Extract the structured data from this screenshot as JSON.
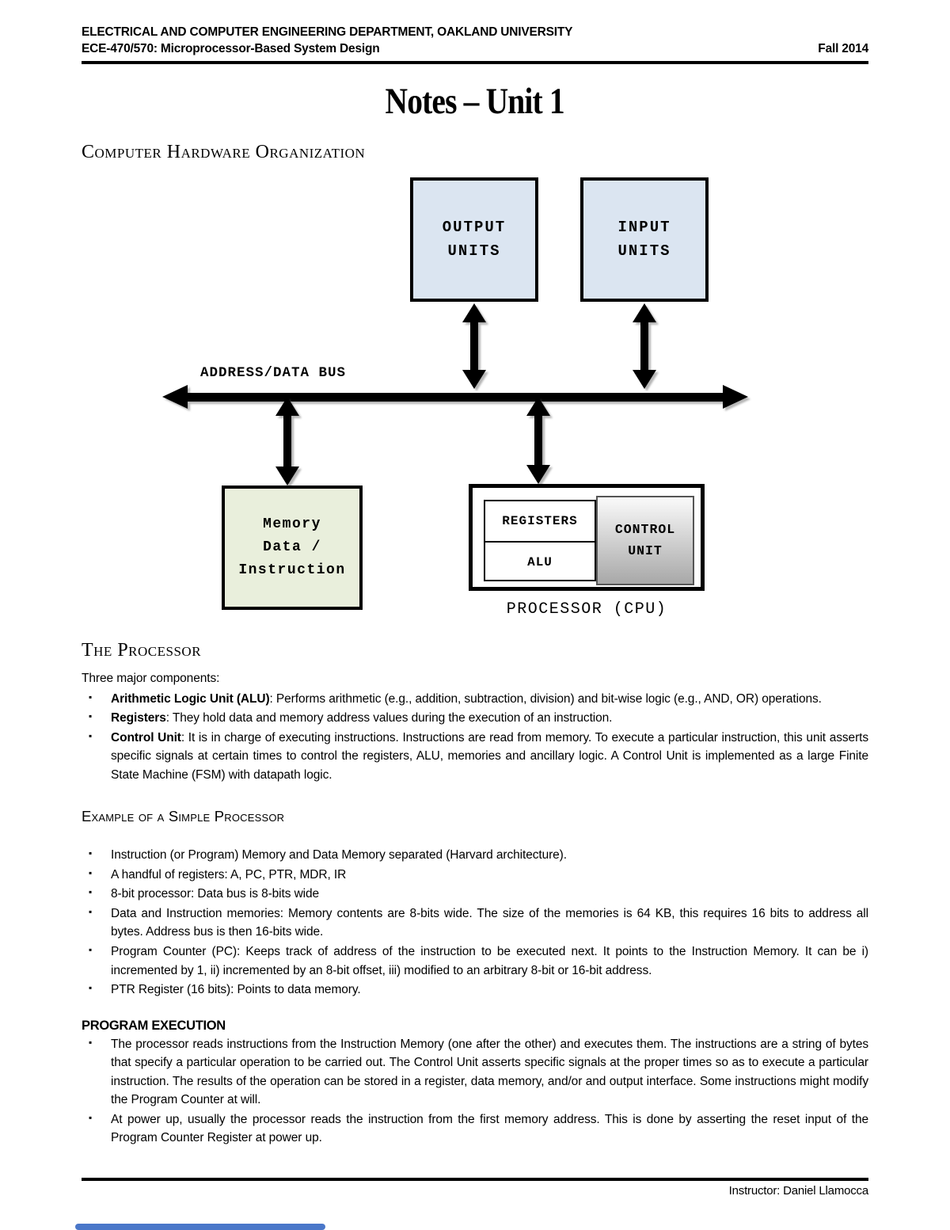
{
  "header": {
    "line1": "ELECTRICAL AND COMPUTER ENGINEERING DEPARTMENT, OAKLAND UNIVERSITY",
    "line2": "ECE-470/570: Microprocessor-Based System Design",
    "term": "Fall 2014"
  },
  "title": "Notes – Unit 1",
  "section_hw": {
    "heading": "Computer Hardware Organization"
  },
  "diagram": {
    "output_units": "OUTPUT\nUNITS",
    "input_units": "INPUT\nUNITS",
    "bus_label": "ADDRESS/DATA BUS",
    "memory_label": "Memory\nData /\nInstruction",
    "registers_label": "REGISTERS",
    "alu_label": "ALU",
    "control_unit_label": "CONTROL\nUNIT",
    "cpu_caption": "PROCESSOR (CPU)",
    "colors": {
      "io_box_blue": "#dbe5f1",
      "memory_green": "#e9efdc",
      "control_gradient_top": "#fafafa",
      "control_gradient_bottom": "#a8a8a8",
      "bottom_bar_blue": "#4a77c9"
    }
  },
  "section_processor": {
    "heading": "The Processor",
    "intro": "Three major components:",
    "bullets": [
      {
        "term": "Arithmetic Logic Unit (ALU)",
        "rest": ": Performs arithmetic (e.g., addition, subtraction, division) and bit-wise logic (e.g., AND, OR) operations."
      },
      {
        "term": "Registers",
        "rest": ": They hold data and memory address values during the execution of an instruction."
      },
      {
        "term": "Control Unit",
        "rest": ": It is in charge of executing instructions. Instructions are read from memory. To execute a particular instruction, this unit asserts specific signals at certain times to control the registers, ALU, memories and ancillary logic. A Control Unit is implemented as a large Finite State Machine (FSM) with datapath logic."
      }
    ]
  },
  "section_example": {
    "heading": "Example of a Simple Processor",
    "bullets": [
      "Instruction (or Program) Memory and Data Memory separated (Harvard architecture).",
      "A handful of registers: A, PC, PTR, MDR, IR",
      "8-bit processor: Data bus is 8-bits wide",
      "Data and Instruction memories: Memory contents are 8-bits wide. The size of the memories is 64 KB, this requires 16 bits to address all bytes. Address bus is then 16-bits wide.",
      "Program Counter (PC): Keeps track of address of the instruction to be executed next. It points to the Instruction Memory. It can be i) incremented by 1, ii) incremented by an 8-bit offset, iii) modified to an arbitrary 8-bit or 16-bit address.",
      "PTR Register (16 bits): Points to data memory."
    ]
  },
  "section_program_execution": {
    "heading": "PROGRAM EXECUTION",
    "bullets": [
      "The processor reads instructions from the Instruction Memory (one after the other) and executes them. The instructions are a string of bytes that specify a particular operation to be carried out. The Control Unit asserts specific signals at the proper times so as to execute a particular instruction. The results of the operation can be stored in a register, data memory, and/or and output interface. Some instructions might modify the Program Counter at will.",
      "At power up, usually the processor reads the instruction from the first memory address. This is done by asserting the reset input of the Program Counter Register at power up."
    ]
  },
  "footer": {
    "instructor": "Instructor: Daniel Llamocca"
  }
}
